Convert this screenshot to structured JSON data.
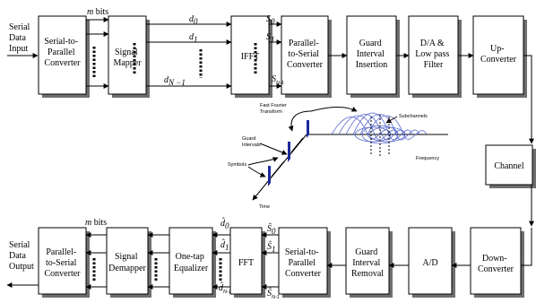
{
  "transmitter": {
    "input_label": [
      "Serial",
      "Data",
      "Input"
    ],
    "bits_label_italic": "m",
    "bits_label_text": " bits",
    "blocks": [
      {
        "id": "serial-to-parallel-converter",
        "label": [
          "Serial-to-",
          "Parallel",
          "Converter"
        ]
      },
      {
        "id": "signal-mapper",
        "label": [
          "Signal",
          "Mapper"
        ]
      },
      {
        "id": "ifft",
        "label": [
          "IFFT"
        ]
      },
      {
        "id": "parallel-to-serial-converter",
        "label": [
          "Parallel-",
          "to-Serial",
          "Converter"
        ]
      },
      {
        "id": "guard-interval-insertion",
        "label": [
          "Guard",
          "Interval",
          "Insertion"
        ]
      },
      {
        "id": "da-lowpass-filter",
        "label": [
          "D/A &",
          "Low pass",
          "Filter"
        ]
      },
      {
        "id": "up-converter",
        "label": [
          "Up-",
          "Converter"
        ]
      }
    ],
    "d_labels": [
      "d",
      "d",
      "d"
    ],
    "d_subscripts": [
      "0",
      "1",
      "N −1"
    ],
    "s_labels": [
      "S",
      "S",
      "S"
    ],
    "s_subscripts": [
      "0",
      "1",
      "N-1"
    ]
  },
  "channel": {
    "label": "Channel"
  },
  "illustration": {
    "fft_label": [
      "Fast Fourier",
      "Transform"
    ],
    "subchannels_label": "Subchannels",
    "guard_label": [
      "Guard",
      "Intervals"
    ],
    "symbols_label": "Symbols",
    "frequency_label": "Frequency",
    "time_label": "Time"
  },
  "receiver": {
    "output_label": [
      "Serial",
      "Data",
      "Output"
    ],
    "bits_label_italic": "m",
    "bits_label_text": " bits",
    "blocks": [
      {
        "id": "parallel-to-serial-converter",
        "label": [
          "Parallel-",
          "to-Serial",
          "Converter"
        ]
      },
      {
        "id": "signal-demapper",
        "label": [
          "Signal",
          "Demapper"
        ]
      },
      {
        "id": "one-tap-equalizer",
        "label": [
          "One-tap",
          "Equalizer"
        ]
      },
      {
        "id": "fft",
        "label": [
          "FFT"
        ]
      },
      {
        "id": "serial-to-parallel-converter",
        "label": [
          "Serial-to-",
          "Parallel",
          "Converter"
        ]
      },
      {
        "id": "guard-interval-removal",
        "label": [
          "Guard",
          "Interval",
          "Removal"
        ]
      },
      {
        "id": "ad",
        "label": [
          "A/D"
        ]
      },
      {
        "id": "down-converter",
        "label": [
          "Down-",
          "Converter"
        ]
      }
    ],
    "d_labels": [
      "d̂",
      "d̂",
      "d̂"
    ],
    "d_subscripts": [
      "0",
      "1",
      "N-1"
    ],
    "s_labels": [
      "Ŝ",
      "Ŝ",
      "Ŝ"
    ],
    "s_subscripts": [
      "0",
      "1",
      "N-1"
    ]
  }
}
